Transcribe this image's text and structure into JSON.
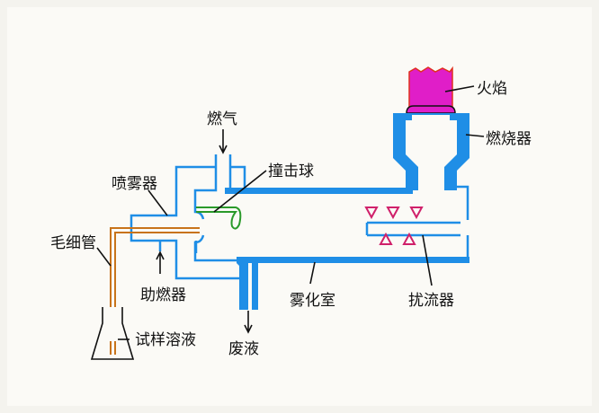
{
  "labels": {
    "fuel_gas": "燃气",
    "impact_bead": "撞击球",
    "nebulizer": "喷雾器",
    "capillary": "毛细管",
    "oxidant": "助燃器",
    "sample_solution": "试样溶液",
    "waste": "废液",
    "spray_chamber": "雾化室",
    "spoiler": "扰流器",
    "burner": "燃烧器",
    "flame": "火焰"
  },
  "colors": {
    "structure": "#1f8ee6",
    "flame": "#e01ec8",
    "capillary": "#c8731a",
    "impact_bead": "#2a9a2a",
    "spoiler": "#d0206a"
  }
}
